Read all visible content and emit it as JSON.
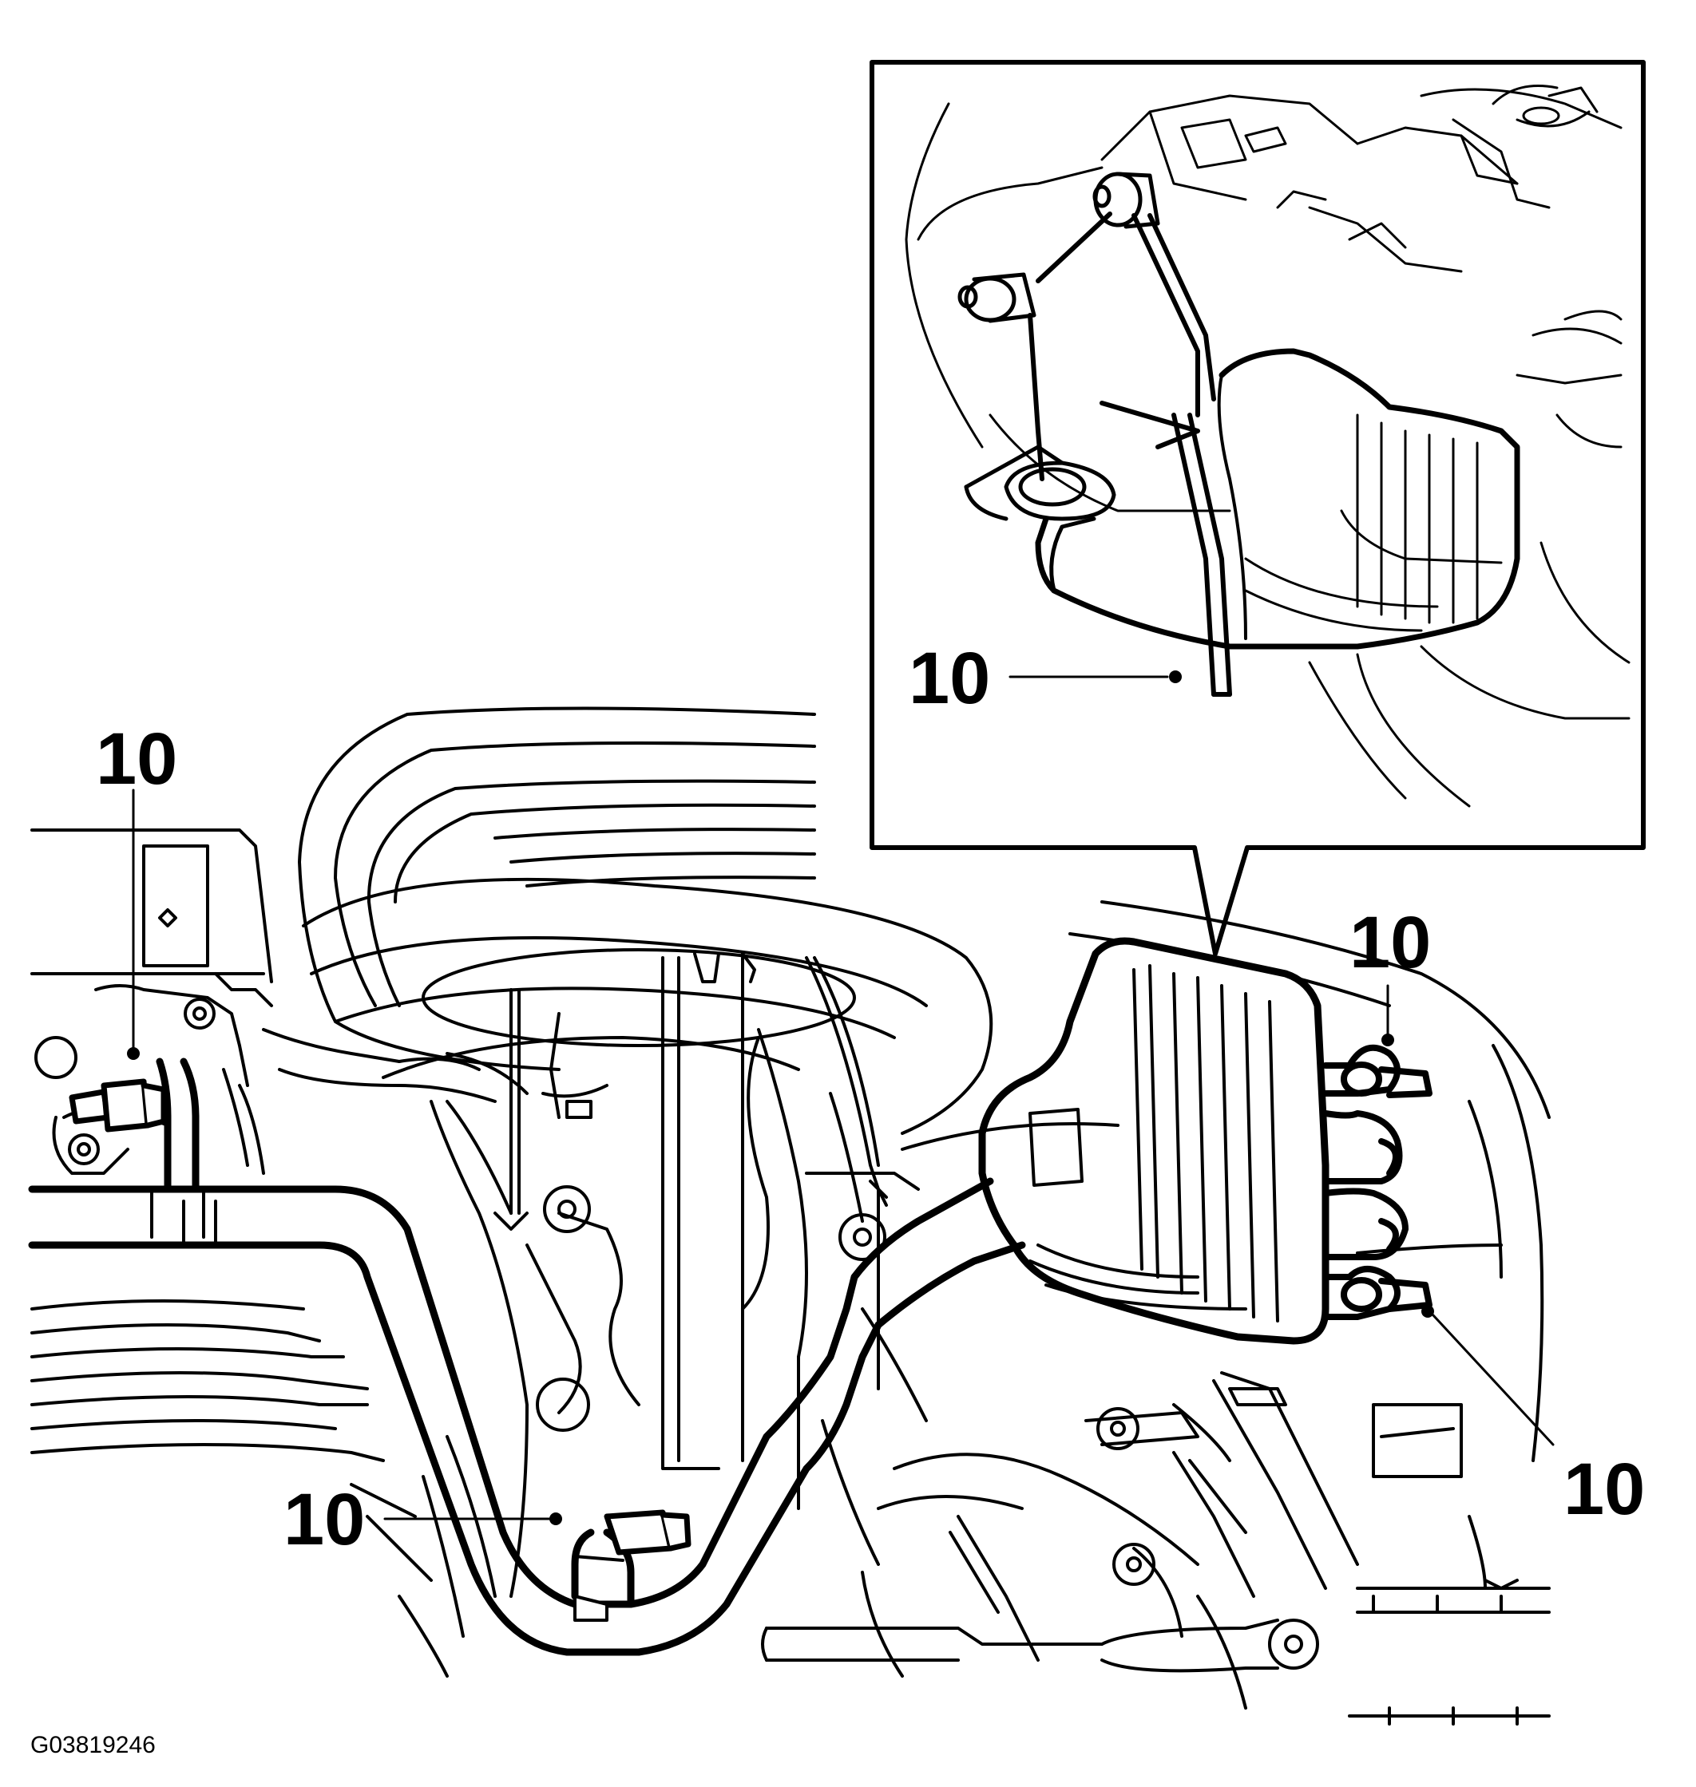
{
  "callouts": {
    "inset": "10",
    "top_left": "10",
    "right_top": "10",
    "right_bottom": "10",
    "bottom_center": "10"
  },
  "figure_code": "G03819246",
  "colors": {
    "ink": "#000000",
    "paper": "#ffffff"
  }
}
